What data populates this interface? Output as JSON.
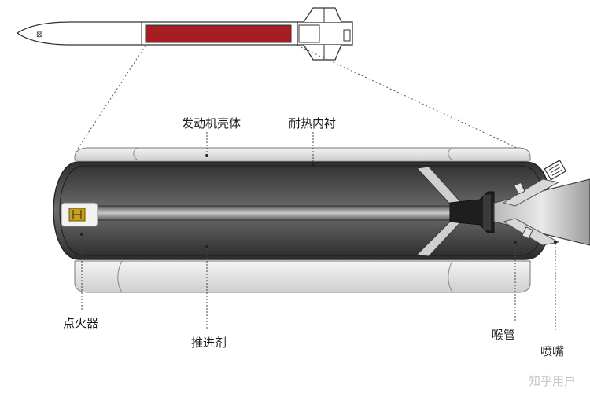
{
  "labels": {
    "engine_casing": "发动机壳体",
    "heat_liner": "耐热内衬",
    "igniter": "点火器",
    "propellant": "推进剂",
    "throat": "喉管",
    "nozzle": "喷嘴"
  },
  "watermark": "知乎用户",
  "colors": {
    "propellant_band": "#a61d24",
    "casing_dark": "#4a4a4a",
    "casing_light": "#e6e6e6",
    "igniter": "#c8a020"
  }
}
